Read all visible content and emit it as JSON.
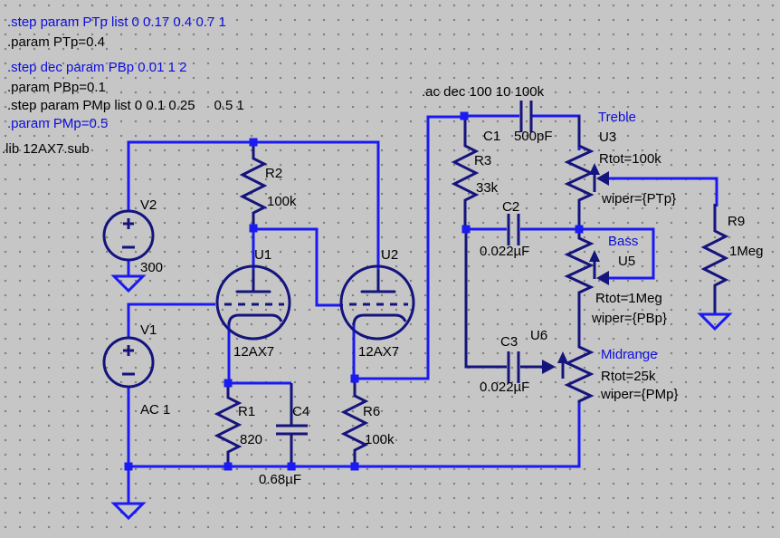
{
  "app": {
    "type": "spice-schematic",
    "colors": {
      "background": "#c6c6c6",
      "grid_dot": "#7e7e7e",
      "wire": "#1a1af2",
      "symbol": "#14147d",
      "text_black": "#000000",
      "text_blue": "#0d0ddd"
    }
  },
  "directives": [
    {
      "text": ".step param PTp list 0 0.17 0.4 0.7 1",
      "color": "blue"
    },
    {
      "text": ".param PTp=0.4",
      "color": "black"
    },
    {
      "text": ".step dec param PBp 0.01 1 2",
      "color": "blue"
    },
    {
      "text": ".param PBp=0.1",
      "color": "black"
    },
    {
      "text": ".step param PMp list 0 0.1 0.25     0.5 1",
      "color": "black"
    },
    {
      "text": ".param PMp=0.5",
      "color": "blue"
    },
    {
      "text": ".lib 12AX7.sub",
      "color": "black"
    },
    {
      "text": ".ac dec 100 10 100k",
      "color": "black"
    }
  ],
  "components": {
    "V2": {
      "ref": "V2",
      "value": "300"
    },
    "V1": {
      "ref": "V1",
      "value": "AC 1"
    },
    "R1": {
      "ref": "R1",
      "value": "820"
    },
    "R2": {
      "ref": "R2",
      "value": "100k"
    },
    "R3": {
      "ref": "R3",
      "value": "33k"
    },
    "R6": {
      "ref": "R6",
      "value": "100k"
    },
    "R9": {
      "ref": "R9",
      "value": "1Meg"
    },
    "C1": {
      "ref": "C1",
      "value": "500pF"
    },
    "C2": {
      "ref": "C2",
      "value": "0.022µF"
    },
    "C3": {
      "ref": "C3",
      "value": "0.022µF"
    },
    "C4": {
      "ref": "C4",
      "value": "0.68µF"
    },
    "U1": {
      "ref": "U1",
      "value": "12AX7"
    },
    "U2": {
      "ref": "U2",
      "value": "12AX7"
    },
    "U3": {
      "title": "Treble",
      "ref": "U3",
      "rtot": "Rtot=100k",
      "wiper": "wiper={PTp}"
    },
    "U5": {
      "title": "Bass",
      "ref": "U5",
      "rtot": "Rtot=1Meg",
      "wiper": "wiper={PBp}"
    },
    "U6": {
      "title": "Midrange",
      "ref": "U6",
      "rtot": "Rtot=25k",
      "wiper": "wiper={PMp}"
    }
  }
}
